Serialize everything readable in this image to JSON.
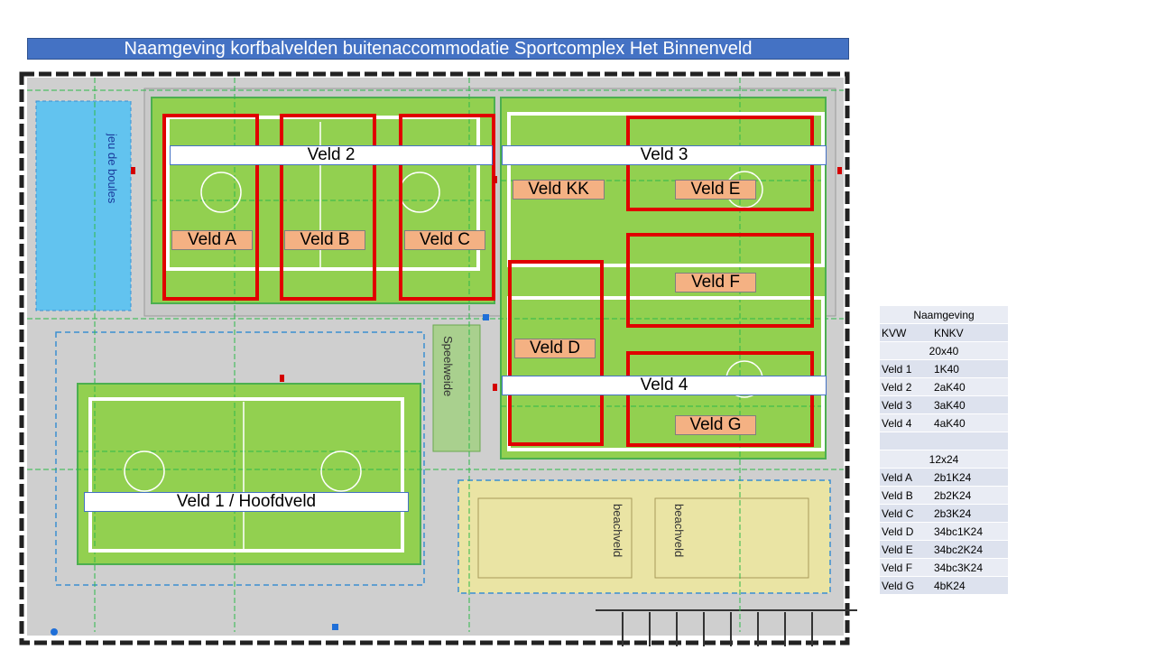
{
  "title": "Naamgeving korfbalvelden buitenaccommodatie Sportcomplex Het Binnenveld",
  "map_labels": {
    "jeu_de_boules": "jeu de boules",
    "speelweide": "Speelweide",
    "hoofdveld": "hoofdveld",
    "beachveld_1": "beachveld",
    "beachveld_2": "beachveld"
  },
  "bands": {
    "veld_1": "Veld 1 / Hoofdveld",
    "veld_2": "Veld 2",
    "veld_3": "Veld 3",
    "veld_4": "Veld 4"
  },
  "fields": {
    "a": "Veld A",
    "b": "Veld B",
    "c": "Veld C",
    "d": "Veld D",
    "e": "Veld E",
    "f": "Veld F",
    "g": "Veld G",
    "kk": "Veld KK"
  },
  "legend": {
    "header": "Naamgeving",
    "col_kvw": "KVW",
    "col_knkv": "KNKV",
    "group_large": "20x40",
    "large": [
      {
        "kvw": "Veld 1",
        "knkv": "1K40"
      },
      {
        "kvw": "Veld 2",
        "knkv": "2aK40"
      },
      {
        "kvw": "Veld 3",
        "knkv": "3aK40"
      },
      {
        "kvw": "Veld 4",
        "knkv": "4aK40"
      }
    ],
    "group_small": "12x24",
    "small": [
      {
        "kvw": "Veld A",
        "knkv": "2b1K24"
      },
      {
        "kvw": "Veld B",
        "knkv": "2b2K24"
      },
      {
        "kvw": "Veld C",
        "knkv": "2b3K24"
      },
      {
        "kvw": "Veld D",
        "knkv": "34bc1K24"
      },
      {
        "kvw": "Veld E",
        "knkv": "34bc2K24"
      },
      {
        "kvw": "Veld F",
        "knkv": "34bc3K24"
      },
      {
        "kvw": "Veld G",
        "knkv": "4bK24"
      }
    ]
  },
  "colors": {
    "grass": "#92d050",
    "water": "#62c3ef",
    "sand": "#eae4a4",
    "paving": "#cfcfcf",
    "field_outline": "#e00000",
    "title_bg": "#4472c4"
  }
}
